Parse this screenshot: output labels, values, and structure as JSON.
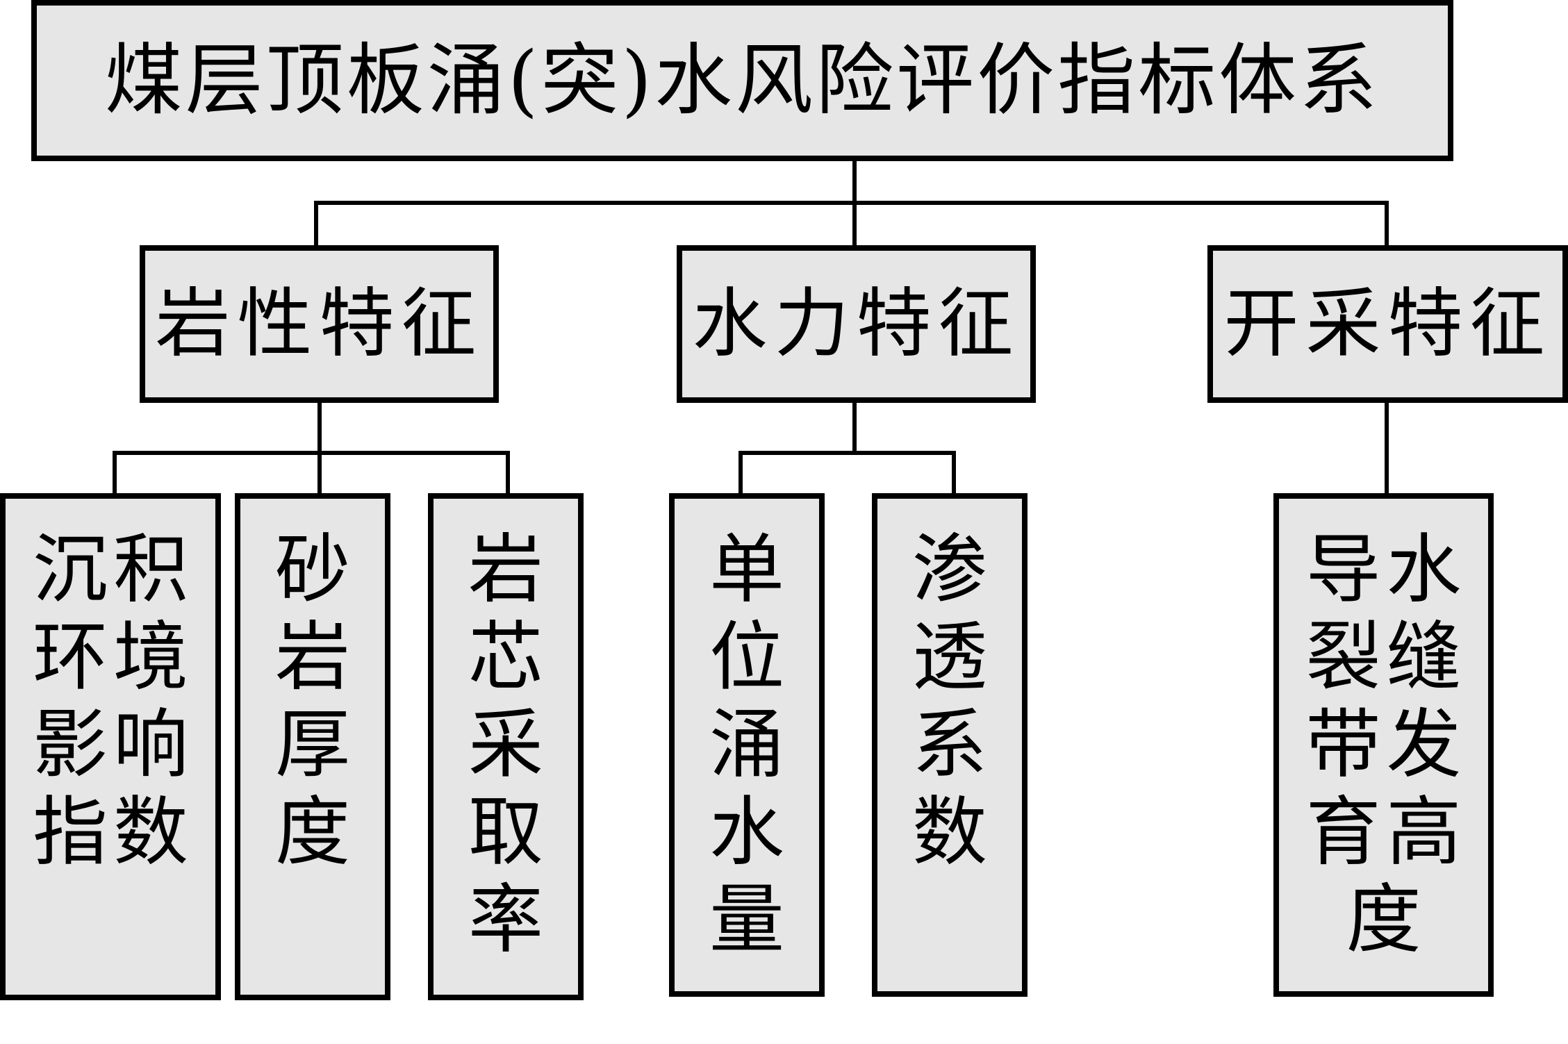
{
  "root": {
    "label": "煤层顶板涌(突)水风险评价指标体系"
  },
  "categories": [
    {
      "label": "岩性特征"
    },
    {
      "label": "水力特征"
    },
    {
      "label": "开采特征"
    }
  ],
  "indicators": {
    "lithology": [
      {
        "label": "沉积环境影响指数"
      },
      {
        "label": "砂岩厚度"
      },
      {
        "label": "岩芯采取率"
      }
    ],
    "hydraulic": [
      {
        "label": "单位涌水量"
      },
      {
        "label": "渗透系数"
      }
    ],
    "mining": [
      {
        "label": "导水裂缝带发育高度"
      }
    ]
  },
  "colors": {
    "box_fill": "#e6e6e6",
    "border": "#000000",
    "line": "#000000",
    "background": "#ffffff"
  }
}
